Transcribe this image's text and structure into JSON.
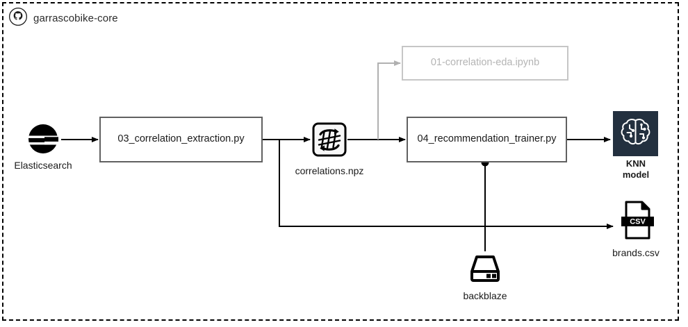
{
  "group": {
    "title": "garrascobike-core",
    "icon": "github-icon",
    "border_style": "dashed",
    "border_color": "#000000"
  },
  "theme": {
    "background": "#ffffff",
    "box_border": "#606060",
    "box_border_muted": "#c6c6c6",
    "text": "#1a1a1a",
    "text_muted": "#b4b4b4",
    "wire": "#000000",
    "wire_muted": "#b0b0b0",
    "knn_tile_background": "#23303f"
  },
  "nodes": {
    "elasticsearch": {
      "label": "Elasticsearch",
      "icon": "elasticsearch-icon",
      "type": "datasource"
    },
    "extraction": {
      "label": "03_correlation_extraction.py",
      "type": "process"
    },
    "npz": {
      "label": "correlations.npz",
      "icon": "numpy-array-icon",
      "type": "artifact"
    },
    "notebook": {
      "label": "01-correlation-eda.ipynb",
      "type": "process",
      "state": "muted"
    },
    "trainer": {
      "label": "04_recommendation_trainer.py",
      "type": "process"
    },
    "knn": {
      "label_line1": "KNN",
      "label_line2": "model",
      "icon": "brain-circuit-icon",
      "type": "model"
    },
    "csv": {
      "label": "brands.csv",
      "icon": "csv-file-icon",
      "badge": "CSV",
      "type": "artifact"
    },
    "backblaze": {
      "label": "backblaze",
      "icon": "hard-drive-icon",
      "type": "storage"
    }
  },
  "edges": [
    {
      "name": "elasticsearch-to-extraction",
      "from": "elasticsearch",
      "to": "extraction",
      "style": "solid"
    },
    {
      "name": "extraction-to-npz",
      "from": "extraction",
      "to": "npz",
      "style": "solid"
    },
    {
      "name": "npz-to-trainer",
      "from": "npz",
      "to": "trainer",
      "style": "solid"
    },
    {
      "name": "npz-to-notebook",
      "from": "npz",
      "to": "notebook",
      "style": "solid-muted"
    },
    {
      "name": "trainer-to-knn",
      "from": "trainer",
      "to": "knn",
      "style": "solid"
    },
    {
      "name": "extraction-to-csv",
      "from": "extraction",
      "to": "csv",
      "style": "solid"
    },
    {
      "name": "backblaze-to-trainer",
      "from": "backblaze",
      "to": "trainer",
      "style": "solid"
    }
  ]
}
